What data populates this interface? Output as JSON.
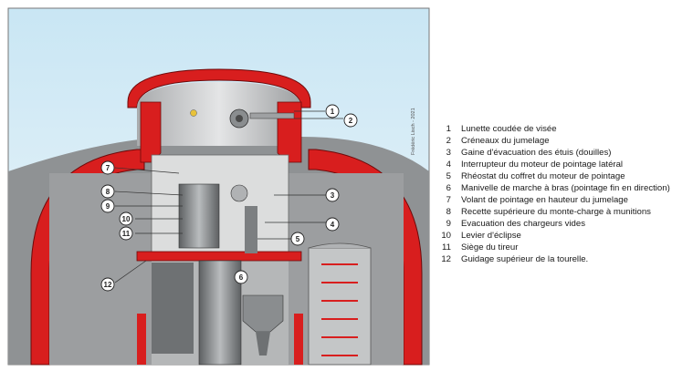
{
  "credit": "Frédéric Lisch - 2021",
  "callouts": [
    {
      "id": 1,
      "label": "1"
    },
    {
      "id": 2,
      "label": "2"
    },
    {
      "id": 3,
      "label": "3"
    },
    {
      "id": 4,
      "label": "4"
    },
    {
      "id": 5,
      "label": "5"
    },
    {
      "id": 6,
      "label": "6"
    },
    {
      "id": 7,
      "label": "7"
    },
    {
      "id": 8,
      "label": "8"
    },
    {
      "id": 9,
      "label": "9"
    },
    {
      "id": 10,
      "label": "10"
    },
    {
      "id": 11,
      "label": "11"
    },
    {
      "id": 12,
      "label": "12"
    }
  ],
  "legend": [
    {
      "num": "1",
      "text": "Lunette coudée de visée"
    },
    {
      "num": "2",
      "text": "Créneaux du jumelage"
    },
    {
      "num": "3",
      "text": "Gaine d'évacuation des étuis (douilles)"
    },
    {
      "num": "4",
      "text": "Interrupteur du moteur de pointage latéral"
    },
    {
      "num": "5",
      "text": "Rhéostat du coffret du moteur de pointage"
    },
    {
      "num": "6",
      "text": "Manivelle de marche à bras (pointage fin en direction)"
    },
    {
      "num": "7",
      "text": "Volant de pointage en hauteur du jumelage"
    },
    {
      "num": "8",
      "text": "Recette supérieure du monte-charge à munitions"
    },
    {
      "num": "9",
      "text": "Evacuation des chargeurs vides"
    },
    {
      "num": "10",
      "text": "Levier d'éclipse"
    },
    {
      "num": "11",
      "text": "Siège du tireur"
    },
    {
      "num": "12",
      "text": "Guidage supérieur de la tourelle."
    }
  ],
  "colors": {
    "sky": "#bcdff0",
    "steel": "#8f9294",
    "armour": "#d81e1e",
    "interior": "#d4d4d4",
    "dark": "#4a4a4a"
  }
}
